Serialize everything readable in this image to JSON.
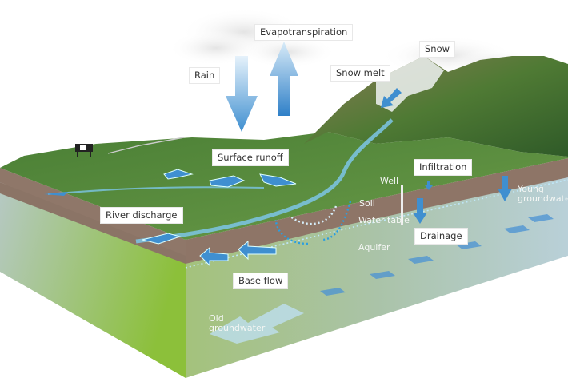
{
  "diagram": {
    "type": "water-cycle-block-diagram",
    "labels": {
      "evapotranspiration": "Evapotranspiration",
      "rain": "Rain",
      "snow": "Snow",
      "snow_melt": "Snow melt",
      "surface_runoff": "Surface runoff",
      "infiltration": "Infiltration",
      "well": "Well",
      "soil": "Soil",
      "water_table": "Water table",
      "young_groundwater_1": "Young",
      "young_groundwater_2": "groundwater",
      "drainage": "Drainage",
      "river_discharge": "River discharge",
      "aquifer": "Aquifer",
      "base_flow": "Base flow",
      "old_groundwater_1": "Old",
      "old_groundwater_2": "groundwater"
    },
    "colors": {
      "arrow_blue": "#3f8fd0",
      "arrow_light": "#bfe0f5",
      "soil_brown": "#8b7466",
      "land_green": "#4f8a3a",
      "aquifer_green": "#9fc27a",
      "aquifer_blue": "#b8d0d8",
      "mountain": "#5a7a3a"
    }
  }
}
